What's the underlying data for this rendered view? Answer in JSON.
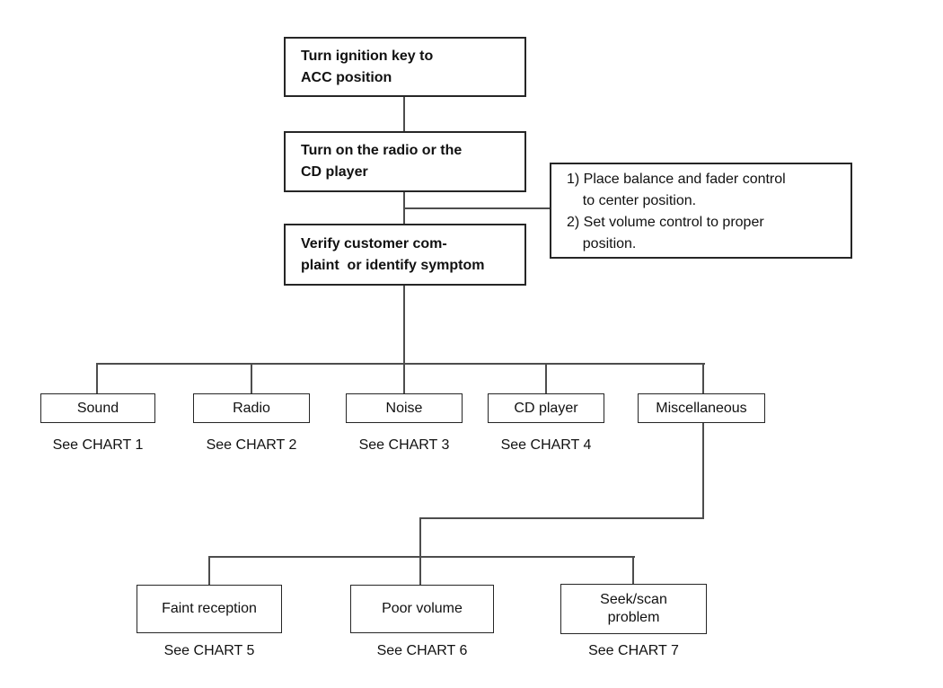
{
  "flow": {
    "steps": [
      {
        "text": "Turn ignition key to\nACC position"
      },
      {
        "text": "Turn on the radio or the\nCD player"
      },
      {
        "text": "Verify customer com-\nplaint  or identify symptom"
      }
    ],
    "note": "1) Place balance and fader control\n    to center position.\n2) Set volume control to proper\n    position.",
    "symptoms": [
      {
        "label": "Sound",
        "ref": "See CHART 1"
      },
      {
        "label": "Radio",
        "ref": "See CHART 2"
      },
      {
        "label": "Noise",
        "ref": "See CHART 3"
      },
      {
        "label": "CD player",
        "ref": "See CHART 4"
      },
      {
        "label": "Miscellaneous"
      }
    ],
    "misc_branches": [
      {
        "label": "Faint reception",
        "ref": "See CHART 5"
      },
      {
        "label": "Poor volume",
        "ref": "See CHART 6"
      },
      {
        "label": "Seek/scan\nproblem",
        "ref": "See CHART 7"
      }
    ],
    "colors": {
      "background": "#ffffff",
      "line": "#4d4d4d",
      "border": "#262626",
      "text": "#111111"
    }
  }
}
